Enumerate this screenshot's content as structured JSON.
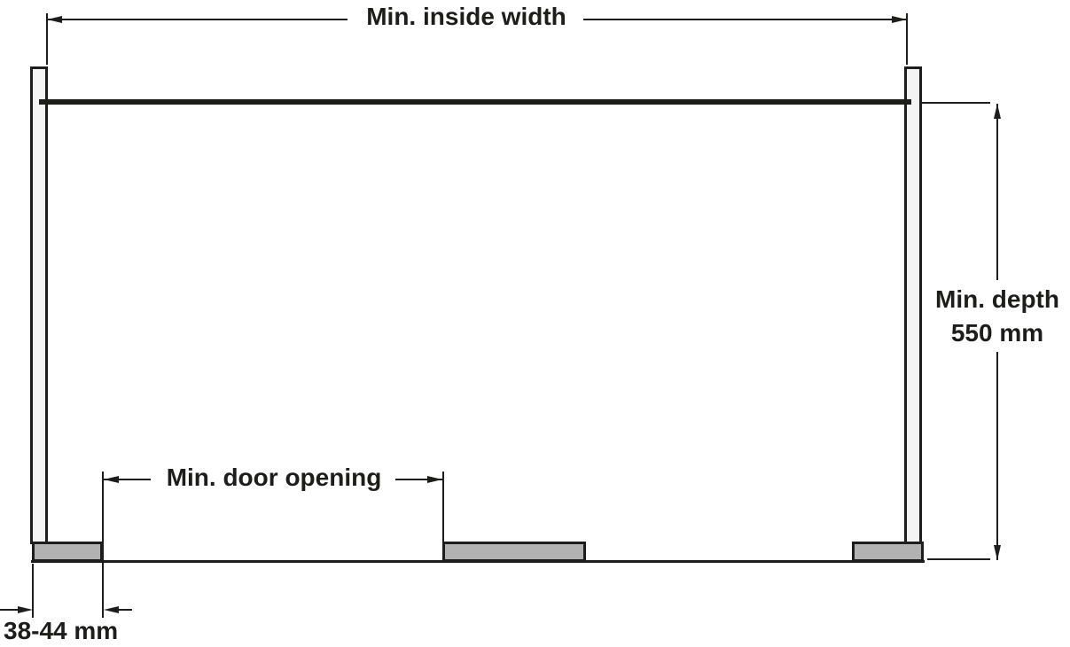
{
  "diagram": {
    "type": "technical-dimension-drawing",
    "colors": {
      "line": "#1d1d1b",
      "wall_fill": "#f4f4f4",
      "block_fill": "#b2b2b2",
      "background": "#ffffff"
    },
    "dimensions": {
      "inside_width": {
        "label": "Min. inside width"
      },
      "depth": {
        "line1": "Min. depth",
        "line2": "550 mm"
      },
      "door_opening": {
        "label": "Min. door opening"
      },
      "front_thickness": {
        "label": "38-44 mm"
      }
    }
  }
}
